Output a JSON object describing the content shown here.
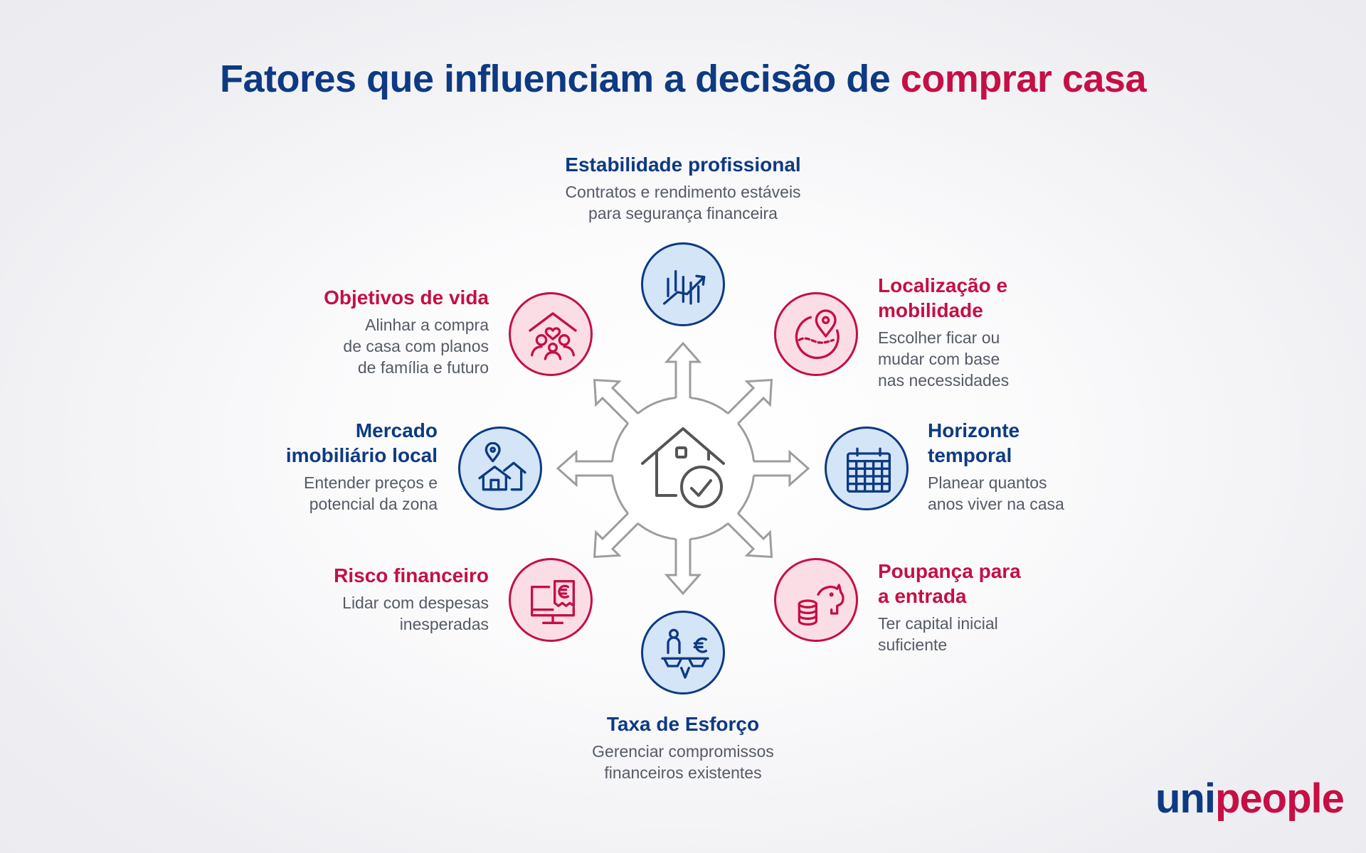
{
  "title": {
    "part1": "Fatores que influenciam a decisão de ",
    "part2": "comprar casa"
  },
  "factors": {
    "estabilidade": {
      "title": "Estabilidade profissional",
      "desc": "Contratos e rendimento estáveis\npara segurança financeira",
      "icon": "chart-growth-icon"
    },
    "objetivos": {
      "title": "Objetivos de vida",
      "desc": "Alinhar a compra\nde casa com planos\nde família e futuro",
      "icon": "family-home-icon"
    },
    "localizacao": {
      "title": "Localização e\nmobilidade",
      "desc": "Escolher ficar ou\nmudar com base\nnas necessidades",
      "icon": "location-map-icon"
    },
    "mercado": {
      "title": "Mercado\nimobiliário local",
      "desc": "Entender preços e\npotencial da zona",
      "icon": "houses-pin-icon"
    },
    "horizonte": {
      "title": "Horizonte\ntemporal",
      "desc": "Planear quantos\nanos viver na casa",
      "icon": "calendar-icon"
    },
    "risco": {
      "title": "Risco financeiro",
      "desc": "Lidar com despesas\ninesperadas",
      "icon": "monitor-euro-receipt-icon"
    },
    "poupanca": {
      "title": "Poupança para\na entrada",
      "desc": "Ter capital inicial\nsuficiente",
      "icon": "piggy-bank-coins-icon"
    },
    "taxa": {
      "title": "Taxa de Esforço",
      "desc": "Gerenciar compromissos\nfinanceiros existentes",
      "icon": "balance-euro-icon"
    }
  },
  "logo": {
    "part1": "uni",
    "part2": "people"
  },
  "colors": {
    "navy": "#0d3a82",
    "crimson": "#c50f45",
    "blue_fill": "#d4e5f8",
    "pink_fill": "#fbdde5",
    "arrow_gray": "#9d9d9d"
  }
}
